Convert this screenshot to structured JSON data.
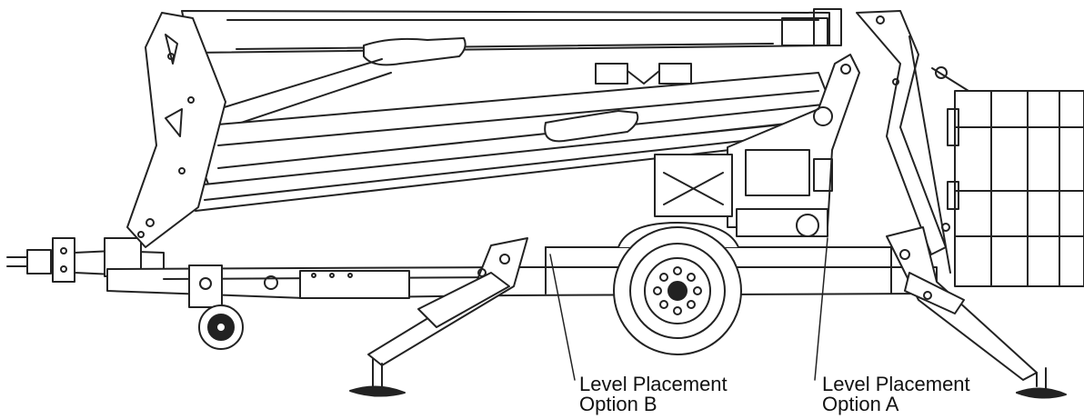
{
  "colors": {
    "line": "#222222",
    "background": "#ffffff"
  },
  "callouts": {
    "option_b": {
      "line1": "Level Placement",
      "line2": "Option B"
    },
    "option_a": {
      "line1": "Level Placement",
      "line2": "Option A"
    }
  }
}
